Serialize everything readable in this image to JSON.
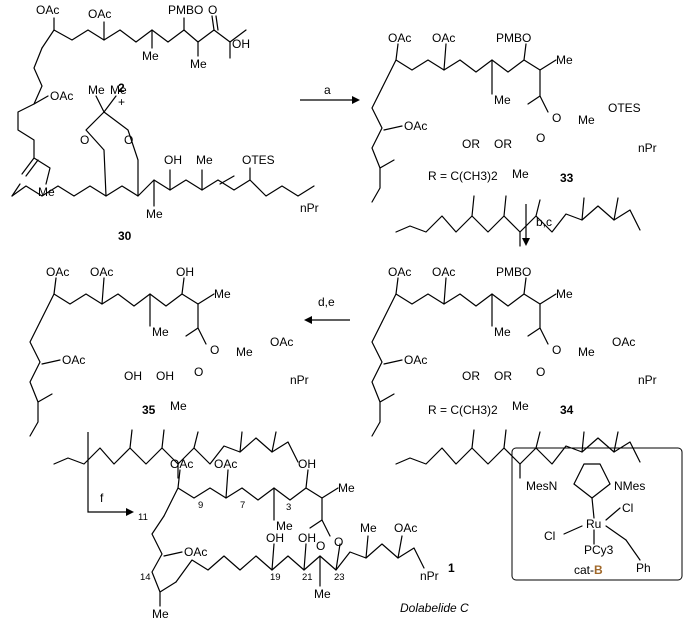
{
  "compounds": {
    "c2": {
      "id": "2",
      "groups": [
        "OAc",
        "OAc",
        "PMBO",
        "OH",
        "O",
        "OAc",
        "Me",
        "Me",
        "Me"
      ]
    },
    "plus": "+",
    "c30": {
      "id": "30",
      "groups": [
        "OH",
        "OTES",
        "Me",
        "Me",
        "Me",
        "Me",
        "nPr",
        "O",
        "O"
      ]
    },
    "c33": {
      "id": "33",
      "groups": [
        "OAc",
        "OAc",
        "PMBO",
        "Me",
        "Me",
        "O",
        "O",
        "OAc",
        "OR",
        "OR",
        "Me",
        "OTES",
        "Me",
        "nPr"
      ],
      "r_def": "R = C(CH3)2"
    },
    "c34": {
      "id": "34",
      "groups": [
        "OAc",
        "OAc",
        "PMBO",
        "Me",
        "Me",
        "O",
        "O",
        "OAc",
        "OR",
        "OR",
        "Me",
        "OAc",
        "Me",
        "nPr"
      ],
      "r_def": "R = C(CH3)2"
    },
    "c35": {
      "id": "35",
      "groups": [
        "OAc",
        "OAc",
        "OH",
        "Me",
        "Me",
        "O",
        "O",
        "OAc",
        "OH",
        "OH",
        "Me",
        "OAc",
        "Me",
        "nPr"
      ]
    },
    "c1": {
      "id": "1",
      "name": "Dolabelide C",
      "groups": [
        "OAc",
        "OAc",
        "OH",
        "Me",
        "Me",
        "O",
        "O",
        "OAc",
        "OH",
        "OH",
        "Me",
        "OAc",
        "Me",
        "nPr",
        "Me"
      ],
      "positions": [
        "9",
        "7",
        "3",
        "11",
        "14",
        "19",
        "21",
        "23"
      ]
    }
  },
  "arrows": {
    "a": "a",
    "bc": "b,c",
    "de": "d,e",
    "f": "f"
  },
  "catalyst": {
    "label": "cat-",
    "id": "B",
    "groups": [
      "MesN",
      "NMes",
      "Cl",
      "Ru",
      "Cl",
      "PCy3",
      "Ph"
    ]
  },
  "colors": {
    "catalyst_label": "#a0682a",
    "box_border": "#000000"
  }
}
